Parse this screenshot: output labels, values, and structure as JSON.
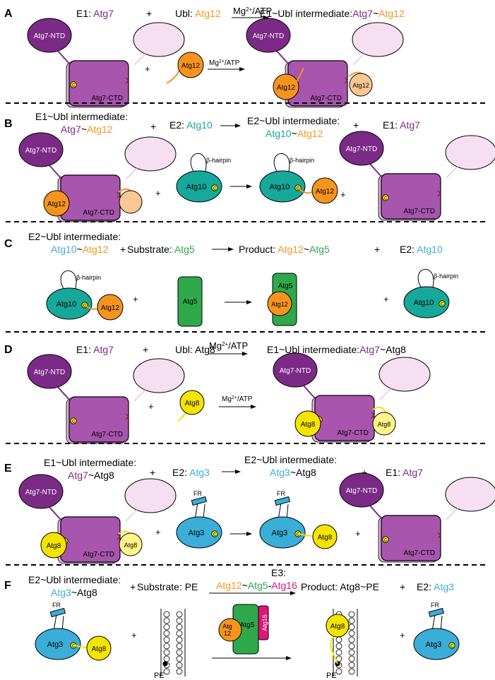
{
  "colors": {
    "atg7": "#7b2a86",
    "atg12": "#f7941d",
    "atg10": "#17a89c",
    "atg3": "#3aaed8",
    "atg5": "#2ea84a",
    "atg16": "#e0157a",
    "atg8": "#f5e400",
    "black": "#000000"
  },
  "common": {
    "plus": "+",
    "ntd": "Atg7-NTD",
    "ctd": "Atg7-CTD",
    "c": "C",
    "mg": "Mg",
    "mg_sup": "2+",
    "mg_rest": "/ATP",
    "hairpin": "β-hairpin",
    "fr": "FR",
    "tilde": "~",
    "e1": "E1: ",
    "ubl": "Ubl: ",
    "e2": "E2: ",
    "e1_ubl": "E1~Ubl intermediate:",
    "e2_ubl": "E2~Ubl intermediate:",
    "substrate": "Substrate: ",
    "product": "Product: ",
    "e3": "E3:",
    "pe": "PE",
    "dash": "-"
  },
  "panels": {
    "A": "A",
    "B": "B",
    "C": "C",
    "D": "D",
    "E": "E",
    "F": "F"
  },
  "proteins": {
    "atg7": "Atg7",
    "atg12": "Atg12",
    "atg10": "Atg10",
    "atg5": "Atg5",
    "atg8": "Atg8",
    "atg3": "Atg3",
    "atg16": "Atg16",
    "atg12_split_a": "Atg",
    "atg12_split_b": "12",
    "pe": "PE"
  }
}
